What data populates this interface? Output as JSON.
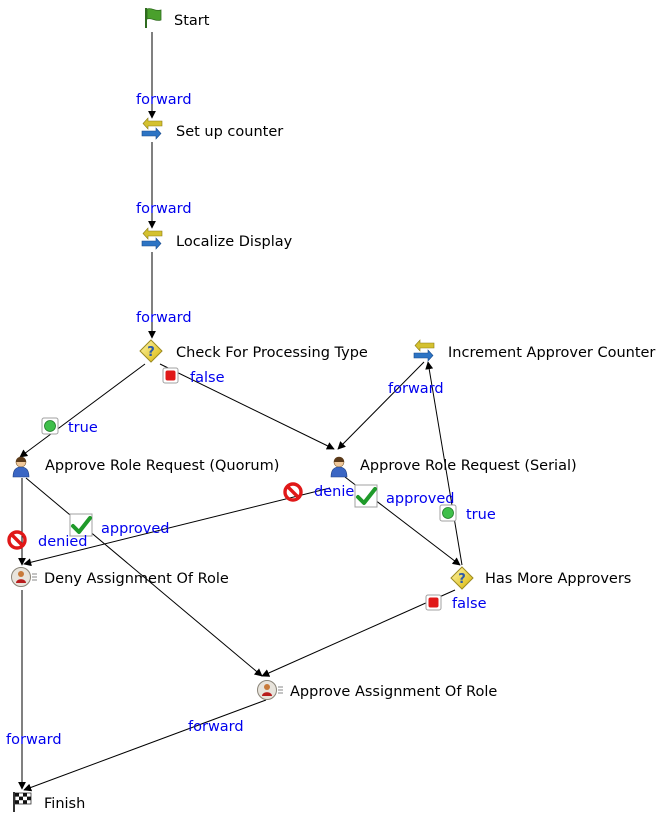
{
  "nodes": {
    "start": {
      "label": "Start",
      "icon": "flag-icon"
    },
    "setup_counter": {
      "label": "Set up counter",
      "icon": "transition-arrows-icon"
    },
    "localize_display": {
      "label": "Localize Display",
      "icon": "transition-arrows-icon"
    },
    "check_processing": {
      "label": "Check For Processing Type",
      "icon": "question-diamond-icon"
    },
    "increment_counter": {
      "label": "Increment Approver Counter",
      "icon": "transition-arrows-icon"
    },
    "approve_quorum": {
      "label": "Approve Role Request (Quorum)",
      "icon": "user-icon"
    },
    "approve_serial": {
      "label": "Approve Role Request (Serial)",
      "icon": "user-icon"
    },
    "deny_assignment": {
      "label": "Deny Assignment Of Role",
      "icon": "person-document-icon"
    },
    "has_more": {
      "label": "Has More Approvers",
      "icon": "question-diamond-icon"
    },
    "approve_assignment": {
      "label": "Approve Assignment Of Role",
      "icon": "person-document-icon"
    },
    "finish": {
      "label": "Finish",
      "icon": "checkered-flag-icon"
    }
  },
  "edges": {
    "start_setup": {
      "label": "forward"
    },
    "setup_localize": {
      "label": "forward"
    },
    "localize_check": {
      "label": "forward"
    },
    "check_quorum": {
      "label": "true",
      "badge": "green-circle-icon"
    },
    "check_serial": {
      "label": "false",
      "badge": "red-square-icon"
    },
    "increment_serial": {
      "label": "forward"
    },
    "quorum_deny": {
      "label": "denied",
      "badge": "prohibited-icon"
    },
    "serial_deny": {
      "label": "approved",
      "badge": "green-check-icon"
    },
    "serial_has_more": {
      "label": "approved",
      "badge": "green-check-icon"
    },
    "serial_denied": {
      "label": "denied",
      "badge": "prohibited-icon"
    },
    "has_more_increment": {
      "label": "true",
      "badge": "green-circle-icon"
    },
    "has_more_approve": {
      "label": "false",
      "badge": "red-square-icon"
    },
    "deny_finish": {
      "label": "forward"
    },
    "approve_finish": {
      "label": "forward"
    }
  },
  "colors": {
    "edge_label": "#0000ee",
    "edge": "#000000"
  }
}
